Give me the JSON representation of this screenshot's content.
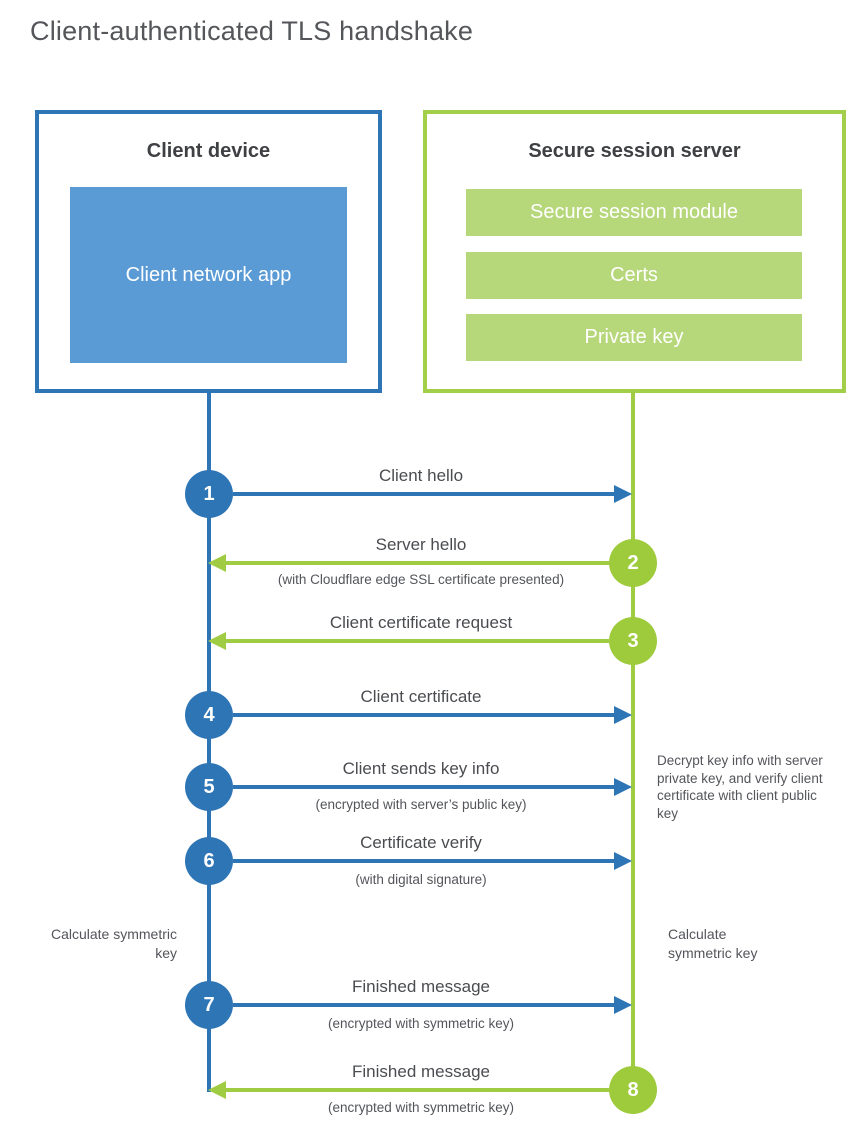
{
  "title": "Client-authenticated TLS handshake",
  "colors": {
    "client_blue": "#2e75b6",
    "client_fill_blue": "#5b9bd5",
    "server_green": "#a0cc43",
    "server_fill_green": "#b7d77b",
    "heading_text": "#3f4043",
    "label_text": "#4a4c50"
  },
  "client_box": {
    "title": "Client device",
    "inner_label": "Client network app"
  },
  "server_box": {
    "title": "Secure session server",
    "modules": [
      "Secure session module",
      "Certs",
      "Private key"
    ]
  },
  "steps": [
    {
      "num": "1",
      "label": "Client hello",
      "sub": "",
      "direction": "client-to-server"
    },
    {
      "num": "2",
      "label": "Server hello",
      "sub": "(with Cloudflare edge SSL certificate presented)",
      "direction": "server-to-client"
    },
    {
      "num": "3",
      "label": "Client certificate request",
      "sub": "",
      "direction": "server-to-client"
    },
    {
      "num": "4",
      "label": "Client certificate",
      "sub": "",
      "direction": "client-to-server"
    },
    {
      "num": "5",
      "label": "Client sends key info",
      "sub": "(encrypted with server’s public key)",
      "direction": "client-to-server"
    },
    {
      "num": "6",
      "label": "Certificate verify",
      "sub": "(with digital signature)",
      "direction": "client-to-server"
    },
    {
      "num": "7",
      "label": "Finished message",
      "sub": "(encrypted with symmetric key)",
      "direction": "client-to-server"
    },
    {
      "num": "8",
      "label": "Finished message",
      "sub": "(encrypted with symmetric key)",
      "direction": "server-to-client"
    }
  ],
  "notes": {
    "decrypt_note": "Decrypt key info with server private key, and verify client certificate with client public key",
    "calc_symmetric_left": "Calculate symmetric key",
    "calc_symmetric_right": "Calculate symmetric key"
  }
}
